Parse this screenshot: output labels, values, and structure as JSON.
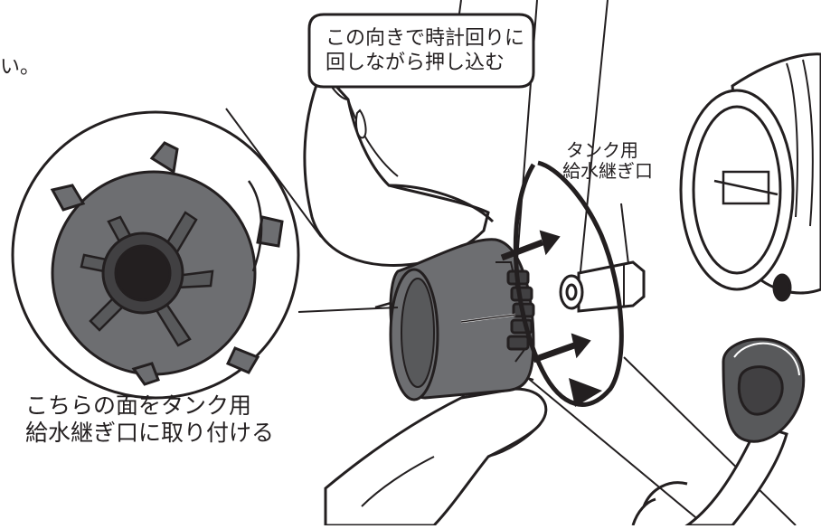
{
  "partial_text": "い。",
  "callout": {
    "line1": "この向きで時計回りに",
    "line2": "回しながら押し込む"
  },
  "inlet_label": {
    "line1": "タンク用",
    "line2": "給水継ぎ口"
  },
  "face_label": {
    "line1": "こちらの面をタンク用",
    "line2": "給水継ぎ口に取り付ける"
  },
  "colors": {
    "outline": "#231f20",
    "part_gray": "#6d6e71",
    "part_dark": "#414042",
    "grommet": "#58595b",
    "background": "#ffffff"
  }
}
